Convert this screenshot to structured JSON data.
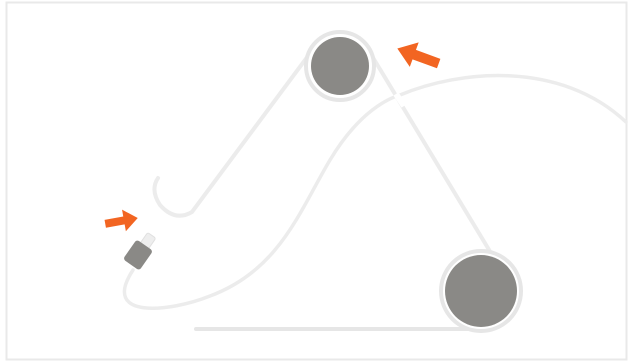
{
  "diagram": {
    "title": "",
    "colors": {
      "frame": "#e9e9e9",
      "cable": "#ececec",
      "pulley_ring": "#e6e6e6",
      "pulley_fill": "#8a8986",
      "connector": "#8a8986",
      "connector_tip": "#eeeeee",
      "arrow": "#f26522",
      "base_line": "#e6e6e6"
    },
    "elements": {
      "top_pulley": "pulley",
      "bottom_pulley": "pulley",
      "connector": "usb-connector",
      "arrows": [
        "arrow-pointing-to-crossing",
        "arrow-pointing-to-connector"
      ]
    }
  }
}
